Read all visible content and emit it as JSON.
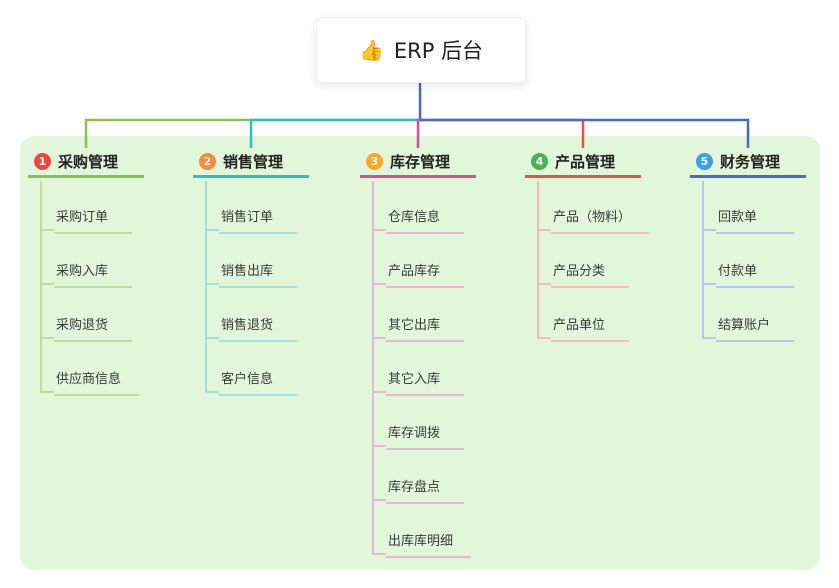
{
  "root": {
    "icon": "👍",
    "label": "ERP 后台"
  },
  "colors": {
    "background_panel": "#e2f6da",
    "root_connector": "#4a66d0"
  },
  "branches": [
    {
      "badge": "1",
      "badge_color": "#f1453d",
      "label": "采购管理",
      "line_color": "#8cc152",
      "child_line_color": "#bedf9b",
      "children": [
        "采购订单",
        "采购入库",
        "采购退货",
        "供应商信息"
      ]
    },
    {
      "badge": "2",
      "badge_color": "#ff8a3c",
      "label": "销售管理",
      "line_color": "#26c1c9",
      "child_line_color": "#a6dfdc",
      "children": [
        "销售订单",
        "销售出库",
        "销售退货",
        "客户信息"
      ]
    },
    {
      "badge": "3",
      "badge_color": "#ffa726",
      "label": "库存管理",
      "line_color": "#d4509e",
      "child_line_color": "#ecb6d6",
      "children": [
        "仓库信息",
        "产品库存",
        "其它出库",
        "其它入库",
        "库存调拨",
        "库存盘点",
        "出库库明细"
      ]
    },
    {
      "badge": "4",
      "badge_color": "#46b450",
      "label": "产品管理",
      "line_color": "#ee5048",
      "child_line_color": "#f4bdb5",
      "children": [
        "产品（物料）",
        "产品分类",
        "产品单位"
      ]
    },
    {
      "badge": "5",
      "badge_color": "#3aa0e8",
      "label": "财务管理",
      "line_color": "#4a66d0",
      "child_line_color": "#b8c6ee",
      "children": [
        "回款单",
        "付款单",
        "结算账户"
      ]
    }
  ]
}
